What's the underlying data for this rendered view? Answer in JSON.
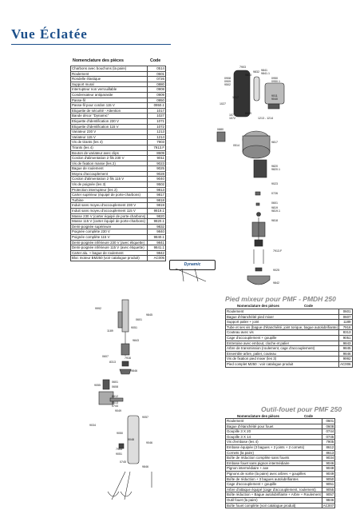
{
  "page": {
    "title": "Vue Éclatée"
  },
  "main_table": {
    "header_name": "Nomenclature des pièces",
    "header_code": "Code",
    "rows": [
      {
        "name": "Charbons avec bouchons (la paire)",
        "code": "0514"
      },
      {
        "name": "Roulement",
        "code": "0601"
      },
      {
        "name": "Rondelle élastique",
        "code": "0726"
      },
      {
        "name": "Support mural",
        "code": "0880"
      },
      {
        "name": "Interrupteur non verrouillable",
        "code": "0908"
      },
      {
        "name": "Condensateur antiparasite",
        "code": "0909"
      },
      {
        "name": "Passe-fil",
        "code": "0950"
      },
      {
        "name": "Passe-fil pour cordon 115 V",
        "code": "0950.1"
      },
      {
        "name": "Etiquette de sécurité - Attention",
        "code": "1017"
      },
      {
        "name": "Bande décor \"Dynamic\"",
        "code": "1027"
      },
      {
        "name": "Etiquette d'identification 230 V",
        "code": "1071"
      },
      {
        "name": "Etiquette d'identification 115 V",
        "code": "1072"
      },
      {
        "name": "Variateur 230 V",
        "code": "1213"
      },
      {
        "name": "Variateur 115 V",
        "code": "1214"
      },
      {
        "name": "Vis de tirants (les 4)",
        "code": "7903"
      },
      {
        "name": "Tirants (les 4)",
        "code": "7913.F"
      },
      {
        "name": "Bouton de variateur avec clips",
        "code": "8609"
      },
      {
        "name": "Cordon d'alimentation 2 fils 230 V",
        "code": "9011"
      },
      {
        "name": "Vis de fixation masse (les 2)",
        "code": "9023"
      },
      {
        "name": "Bague de roulement",
        "code": "9025"
      },
      {
        "name": "Moyeu d'accouplement",
        "code": "9028"
      },
      {
        "name": "Cordon d'alimentation 2 fils 115 V",
        "code": "9040"
      },
      {
        "name": "Vis de poignée (les 3)",
        "code": "9502"
      },
      {
        "name": "Protection interrupteur (les 2)",
        "code": "9813"
      },
      {
        "name": "Carter supérieur (équipé de porte-charbons)",
        "code": "9817"
      },
      {
        "name": "Turbine",
        "code": "9818"
      },
      {
        "name": "Induit sans moyeu d'accouplement 230 V",
        "code": "9819"
      },
      {
        "name": "Induit sans moyeu d'accouplement 115 V",
        "code": "9819.1"
      },
      {
        "name": "Masse 230 V (carter équipé de porte-charbons)",
        "code": "9820"
      },
      {
        "name": "Masse 115 V (carter équipé de porte-charbons)",
        "code": "9820.1"
      },
      {
        "name": "Demi-poignée supérieure",
        "code": "9832"
      },
      {
        "name": "Poignée complète 230 V",
        "code": "9840"
      },
      {
        "name": "Poignée complète 115 V",
        "code": "9840.1"
      },
      {
        "name": "Demi-poignée inférieure 230 V (avec étiquette)",
        "code": "9841"
      },
      {
        "name": "Demi-poignée inférieure 115 V (avec étiquette)",
        "code": "9841.1"
      },
      {
        "name": "Carter alu. + bague de roulement",
        "code": "9842"
      },
      {
        "name": "Bloc moteur BM250 (voir catalogue produit)",
        "code": "AC005"
      }
    ]
  },
  "pmf_section": {
    "title": "Pied mixeur pour PMF - PMDH 250",
    "header_name": "Nomenclature des pièces",
    "header_code": "Code",
    "rows": [
      {
        "name": "Roulement",
        "code": "0601"
      },
      {
        "name": "Bague d'étanchéité pied mixer",
        "code": "0607"
      },
      {
        "name": "Support palier + joint",
        "code": "1189"
      },
      {
        "name": "Tube et ses vis (bague d'étanchéité, joint torique, bague autolubrifiante)",
        "code": "7916"
      },
      {
        "name": "Couteau avec vis",
        "code": "8313"
      },
      {
        "name": "Cage d'accouplement + goupille",
        "code": "9051"
      },
      {
        "name": "Entretoise avec embout, cloche et palier",
        "code": "9843"
      },
      {
        "name": "Arbre de transmission (roulement, cage d'accouplement)",
        "code": "9845"
      },
      {
        "name": "Ensemble arbre, palier, couteau",
        "code": "9846"
      },
      {
        "name": "Vis de fixation pied mixer (les 3)",
        "code": "9992"
      },
      {
        "name": "Pied complet M250 : voir catalogue produit",
        "code": "AC006"
      }
    ]
  },
  "wf_section": {
    "title": "Outil-fouet pour PMF 250",
    "header_name": "Nomenclature des pièces",
    "header_code": "Code",
    "rows": [
      {
        "name": "Roulement",
        "code": "0601"
      },
      {
        "name": "Bague d'étanchéité pour fouet",
        "code": "0608"
      },
      {
        "name": "Goupille 3 X 20",
        "code": "0744"
      },
      {
        "name": "Goupille 3 X 14",
        "code": "0745"
      },
      {
        "name": "Vis d'embase (les 4)",
        "code": "7905"
      },
      {
        "name": "Embase équipée (3 bagues + 2 joints + 2 cornets)",
        "code": "8612"
      },
      {
        "name": "Cornets (la paire)",
        "code": "8613"
      },
      {
        "name": "Boîte de réduction complète sans fouets",
        "code": "9034"
      },
      {
        "name": "Embase fouet sans pignon intermédiaire",
        "code": "9046"
      },
      {
        "name": "Pignon intermédiaire + axe",
        "code": "9048"
      },
      {
        "name": "Pignons de sortie (la paire) avec arbres + goupilles",
        "code": "9049"
      },
      {
        "name": "Boîte de réduction + 3 bagues autolubrifiantes",
        "code": "9050"
      },
      {
        "name": "Cage d'accouplement + goupille",
        "code": "9051"
      },
      {
        "name": "Arbre d'attaque équipé (cage d'accouplement, roulement)",
        "code": "9055"
      },
      {
        "name": "Boîte réduction + Bague autolubrifiante + Arbre + Roulement",
        "code": "9057"
      },
      {
        "name": "Outil fouet (la paire)",
        "code": "9846"
      },
      {
        "name": "Boîte fouet complète (voir catalogue produit)",
        "code": "AC007"
      }
    ]
  },
  "diagram_top": {
    "badge": "Dynamic",
    "callouts": [
      "7903",
      "9841",
      "9841.1",
      "9832",
      "9813",
      "0950",
      "0950.1",
      "9502",
      "1017",
      "1027",
      "9011",
      "9040",
      "8609",
      "1213 - 1214",
      "1071",
      "1072",
      "0880",
      "0514",
      "9817",
      "9820",
      "9820.1",
      "9023",
      "0726",
      "0601",
      "9819",
      "9819.1",
      "9818",
      "7913.F",
      "9025",
      "9842",
      "0908",
      "0909"
    ]
  },
  "diagram_pmf": {
    "callouts": [
      "9992",
      "9845",
      "0601",
      "9051",
      "1189",
      "9843",
      "0607",
      "7916",
      "8313",
      "9846"
    ]
  },
  "diagram_wf": {
    "callouts": [
      "9055",
      "0601",
      "0608",
      "8612",
      "8613",
      "0744",
      "9049",
      "9057",
      "9034",
      "9050",
      "9048",
      "9046",
      "7905",
      "9051",
      "0745",
      "9846"
    ]
  },
  "colors": {
    "title": "#1c4f8a",
    "section_title": "#8a8a8a"
  }
}
